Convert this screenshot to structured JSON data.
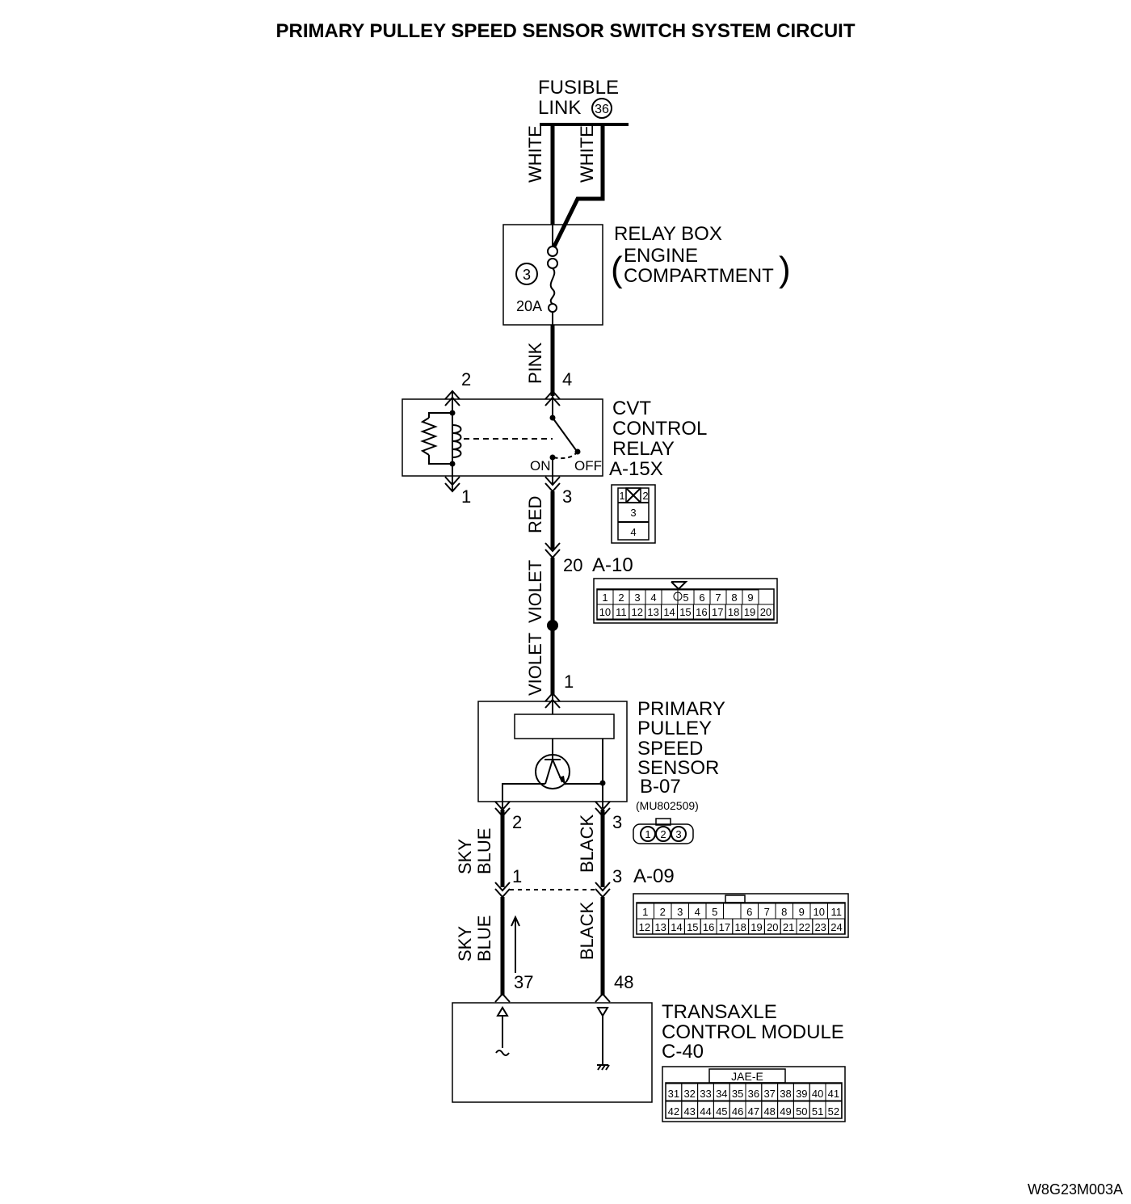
{
  "title": "PRIMARY PULLEY SPEED SENSOR SWITCH SYSTEM CIRCUIT",
  "fusible_link": {
    "line1": "FUSIBLE",
    "line2": "LINK",
    "number": "36"
  },
  "wires": {
    "white_left": "WHITE",
    "white_right": "WHITE",
    "pink": "PINK",
    "red": "RED",
    "violet_upper": "VIOLET",
    "violet_lower": "VIOLET",
    "sky_blue_upper": [
      "SKY",
      "BLUE"
    ],
    "black_upper": "BLACK",
    "sky_blue_lower": [
      "SKY",
      "BLUE"
    ],
    "black_lower": "BLACK"
  },
  "relay_box": {
    "line1": "RELAY BOX",
    "line2": "ENGINE",
    "line3": "COMPARTMENT",
    "fuse_number": "3",
    "fuse_rating": "20A"
  },
  "cvt_relay": {
    "line1": "CVT",
    "line2": "CONTROL",
    "line3": "RELAY",
    "connector": "A-15X",
    "pins": {
      "p1": "1",
      "p2": "2",
      "p3": "3",
      "p4": "4"
    },
    "on": "ON",
    "off": "OFF",
    "connector_cells": [
      "1",
      "2",
      "3",
      "4"
    ]
  },
  "a10": {
    "pin": "20",
    "connector": "A-10",
    "row1": [
      "1",
      "2",
      "3",
      "4",
      "",
      "5",
      "6",
      "7",
      "8",
      "9"
    ],
    "row2": [
      "10",
      "11",
      "12",
      "13",
      "14",
      "15",
      "16",
      "17",
      "18",
      "19",
      "20"
    ]
  },
  "sensor": {
    "line1": "PRIMARY",
    "line2": "PULLEY",
    "line3": "SPEED",
    "line4": "SENSOR",
    "connector": "B-07",
    "part": "(MU802509)",
    "pin_top": "1",
    "pin_left": "2",
    "pin_right": "3",
    "connector_cells": [
      "1",
      "2",
      "3"
    ]
  },
  "a09": {
    "pin_left": "1",
    "pin_right": "3",
    "connector": "A-09",
    "row1": [
      "1",
      "2",
      "3",
      "4",
      "5",
      "",
      "6",
      "7",
      "8",
      "9",
      "10",
      "11"
    ],
    "row2": [
      "12",
      "13",
      "14",
      "15",
      "16",
      "17",
      "18",
      "19",
      "20",
      "21",
      "22",
      "23",
      "24"
    ]
  },
  "tcm": {
    "line1": "TRANSAXLE",
    "line2": "CONTROL MODULE",
    "connector": "C-40",
    "pin_left": "37",
    "pin_right": "48",
    "header": "JAE-E",
    "row1": [
      "31",
      "32",
      "33",
      "34",
      "35",
      "36",
      "37",
      "38",
      "39",
      "40",
      "41"
    ],
    "row2": [
      "42",
      "43",
      "44",
      "45",
      "46",
      "47",
      "48",
      "49",
      "50",
      "51",
      "52"
    ]
  },
  "figure_code": "W8G23M003A"
}
